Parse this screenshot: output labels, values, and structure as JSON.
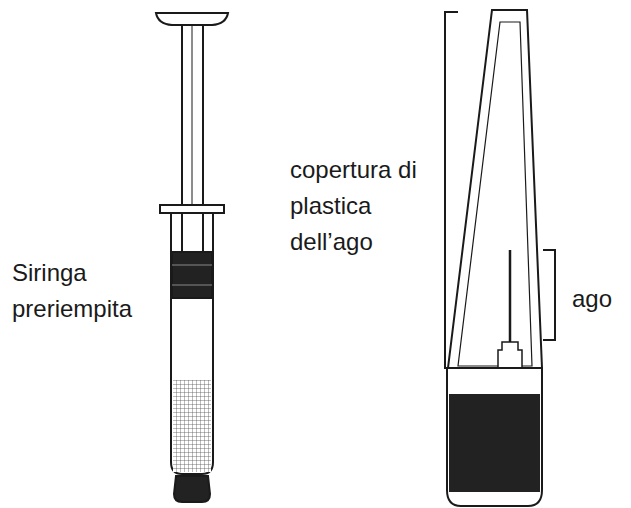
{
  "diagram": {
    "labels": [
      "Siringa preriempita",
      "copertura di plastica dell’ago",
      "ago"
    ]
  }
}
